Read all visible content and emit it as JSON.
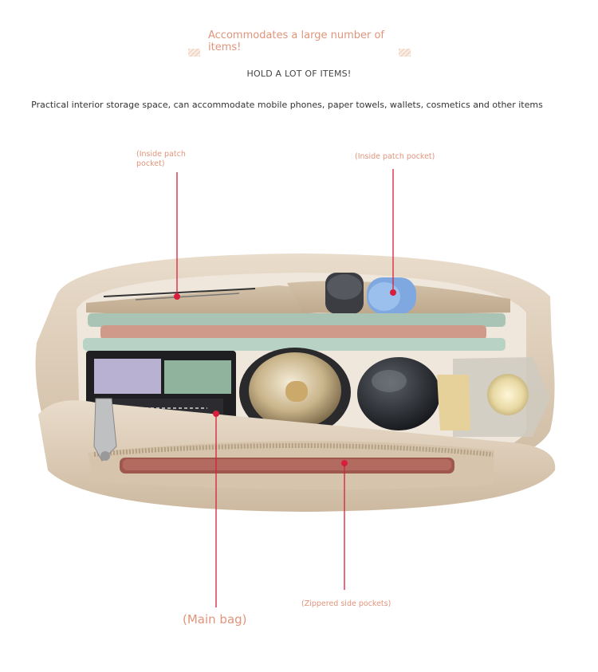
{
  "header": {
    "title": "Accommodates a large number of items!",
    "subtitle": "HOLD A LOT OF ITEMS!",
    "description": "Practical interior storage space, can accommodate mobile phones, paper towels, wallets, cosmetics and other items"
  },
  "callouts": {
    "left_pocket": "(Inside patch pocket)",
    "right_pocket": "(Inside patch pocket)",
    "main_bag": "(Main bag)",
    "zipper_pocket": "(Zippered side pockets)"
  },
  "colors": {
    "accent_text": "#e0957c",
    "marker_line": "#d81e3c",
    "felt": "#dccbb5"
  },
  "illustration": {
    "subject": "felt bag organizer insert filled with items"
  }
}
